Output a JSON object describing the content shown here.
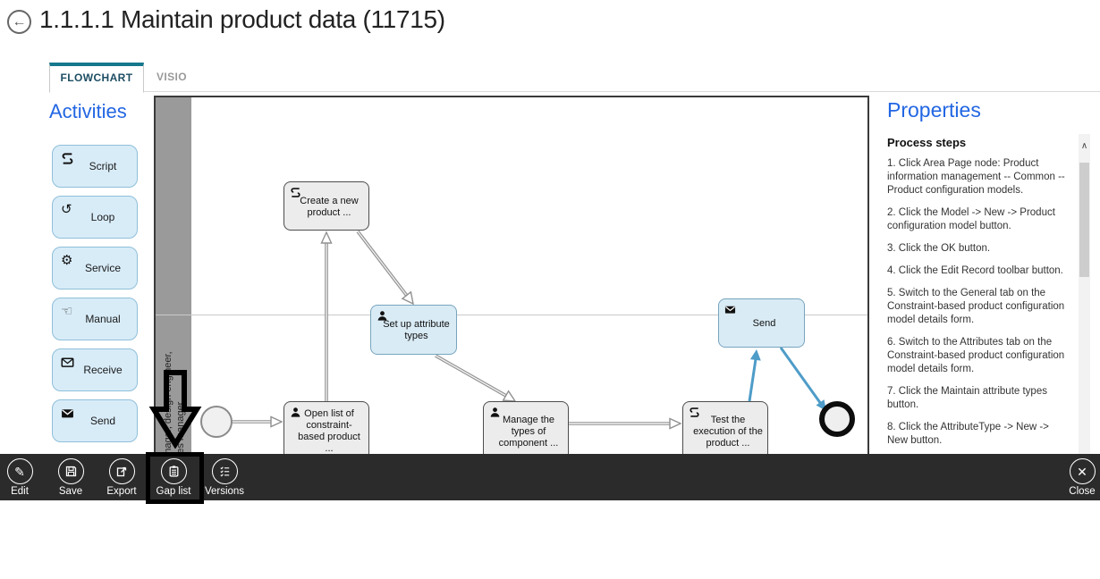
{
  "header": {
    "title": "1.1.1.1 Maintain product data (11715)",
    "back_icon": "back-arrow",
    "back_glyph": "←"
  },
  "tabs": [
    {
      "label": "FLOWCHART",
      "active": true
    },
    {
      "label": "VISIO",
      "active": false
    }
  ],
  "activities": {
    "title": "Activities",
    "items": [
      {
        "label": "Script",
        "icon": "script-icon"
      },
      {
        "label": "Loop",
        "icon": "loop-icon"
      },
      {
        "label": "Service",
        "icon": "gear-icon"
      },
      {
        "label": "Manual",
        "icon": "hand-icon"
      },
      {
        "label": "Receive",
        "icon": "envelope-outline-icon"
      },
      {
        "label": "Send",
        "icon": "envelope-filled-icon"
      }
    ],
    "loop_glyph": "↺",
    "gear_glyph": "⚙",
    "hand_glyph": "☜"
  },
  "flowchart": {
    "lane_label_line1": "Product manager, design engineer,",
    "lane_label_line2": "planner, sales manager",
    "nodes": [
      {
        "id": "create",
        "label": "Create a new product ...",
        "icon": "script-icon",
        "color": "gray"
      },
      {
        "id": "setup",
        "label": "Set up attribute types",
        "icon": "person-icon",
        "color": "blue"
      },
      {
        "id": "open",
        "label": "Open list of constraint-based product ...",
        "icon": "person-icon",
        "color": "gray"
      },
      {
        "id": "manage",
        "label": "Manage the types of component ...",
        "icon": "person-icon",
        "color": "gray"
      },
      {
        "id": "test",
        "label": "Test the execution of the product ...",
        "icon": "script-icon",
        "color": "gray"
      },
      {
        "id": "send",
        "label": "Send",
        "icon": "envelope-filled-icon",
        "color": "blue"
      }
    ],
    "events": [
      "start-event",
      "end-event"
    ]
  },
  "properties": {
    "title": "Properties",
    "section_title": "Process steps",
    "steps": [
      "1. Click Area Page node: Product information management -- Common -- Product configuration models.",
      "2. Click the Model -> New -> Product configuration model button.",
      "3. Click the OK button.",
      "4. Click the Edit Record toolbar button.",
      "5. Switch to the General tab on the Constraint-based product configuration model details form.",
      "6. Switch to the Attributes tab on the Constraint-based product configuration model details form.",
      "7. Click the Maintain attribute types button.",
      "8. Click the AttributeType -> New -> New button."
    ],
    "scroll_up_glyph": "∧"
  },
  "toolbar": {
    "items": [
      {
        "label": "Edit",
        "icon": "pencil-icon"
      },
      {
        "label": "Save",
        "icon": "floppy-icon"
      },
      {
        "label": "Export",
        "icon": "export-icon"
      },
      {
        "label": "Gap list",
        "icon": "clipboard-icon"
      },
      {
        "label": "Versions",
        "icon": "checklist-icon"
      }
    ],
    "close_label": "Close",
    "edit_glyph": "✎",
    "close_glyph": "✕"
  },
  "annotations": {
    "highlighted_item": "Gap list",
    "shapes": [
      "down-arrow-pointer",
      "highlight-rectangle"
    ]
  },
  "colors": {
    "accent_blue": "#2266E3",
    "tab_teal": "#15788C",
    "node_gray_fill": "#ECECEC",
    "node_blue_fill": "#D9EBF5",
    "connector_gray": "#909090",
    "connector_blue": "#4E9CC8",
    "lane_gray": "#9A9A9A",
    "toolbar_bg": "#2B2B2B"
  }
}
